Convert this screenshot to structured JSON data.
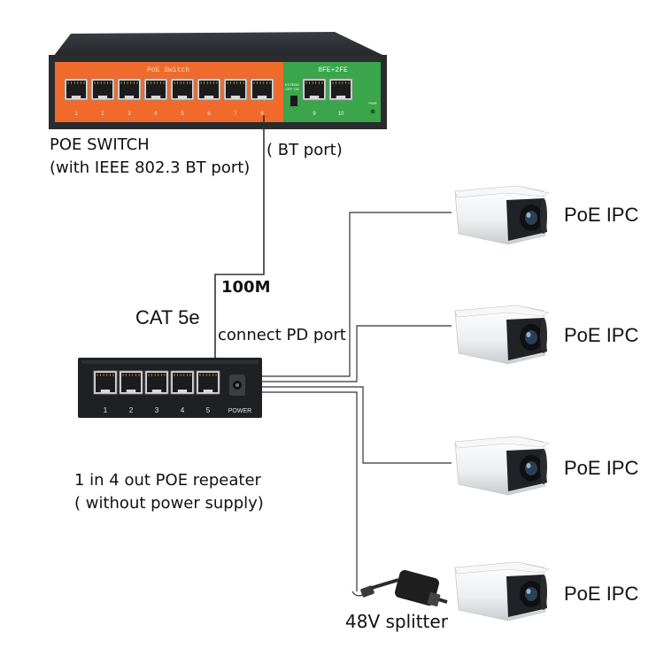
{
  "poe_switch": {
    "panel_title": "PoE Switch",
    "uplink_title": "8FE+2FE",
    "port_numbers": [
      "1",
      "2",
      "3",
      "4",
      "5",
      "6",
      "7",
      "8"
    ],
    "uplink_numbers": [
      "9",
      "10"
    ],
    "extend_label": "EXTEND",
    "off_on_label": "OFF ON",
    "pwr_label": "PWR",
    "caption_line1": "POE SWITCH",
    "caption_line2": "(with IEEE 802.3 BT port)",
    "bt_port_label": "( BT port)"
  },
  "cable": {
    "speed_label": "100M",
    "type_label": "CAT 5e",
    "pd_label": "connect PD port"
  },
  "repeater": {
    "port_numbers": [
      "1",
      "2",
      "3",
      "4",
      "5"
    ],
    "power_label": "POWER",
    "caption_line1": "1 in 4 out POE repeater",
    "caption_line2": "( without power supply)"
  },
  "cameras": [
    {
      "label": "PoE IPC"
    },
    {
      "label": "PoE IPC"
    },
    {
      "label": "PoE IPC"
    },
    {
      "label": "PoE IPC"
    }
  ],
  "splitter": {
    "label": "48V splitter"
  },
  "colors": {
    "switch_orange": "#f06a2c",
    "switch_green": "#3aa54a",
    "switch_body": "#2a2c30",
    "repeater_body": "#1f2023",
    "line": "#333333"
  }
}
